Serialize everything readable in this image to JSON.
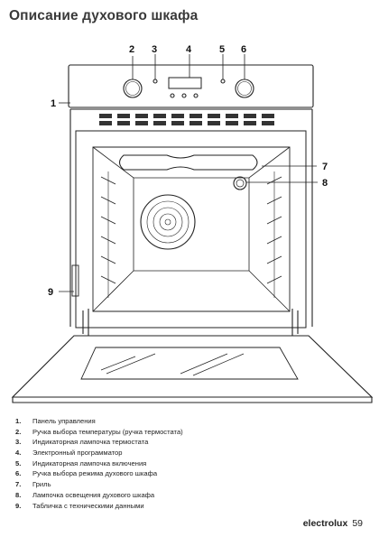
{
  "title": "Описание духового шкафа",
  "callouts": {
    "c1": "1",
    "c2": "2",
    "c3": "3",
    "c4": "4",
    "c5": "5",
    "c6": "6",
    "c7": "7",
    "c8": "8",
    "c9": "9"
  },
  "legend": [
    {
      "num": "1.",
      "text": "Панель управления"
    },
    {
      "num": "2.",
      "text": "Ручка выбора температуры (ручка термостата)"
    },
    {
      "num": "3.",
      "text": "Индикаторная лампочка термостата"
    },
    {
      "num": "4.",
      "text": "Электронный программатор"
    },
    {
      "num": "5.",
      "text": "Индикаторная лампочка включения"
    },
    {
      "num": "6.",
      "text": "Ручка выбора режима духового шкафа"
    },
    {
      "num": "7.",
      "text": "Гриль"
    },
    {
      "num": "8.",
      "text": "Лампочка освещения духового шкафа"
    },
    {
      "num": "9.",
      "text": "Табличка с техническими данными"
    }
  ],
  "footer": {
    "brand": "electrolux",
    "page": "59"
  }
}
